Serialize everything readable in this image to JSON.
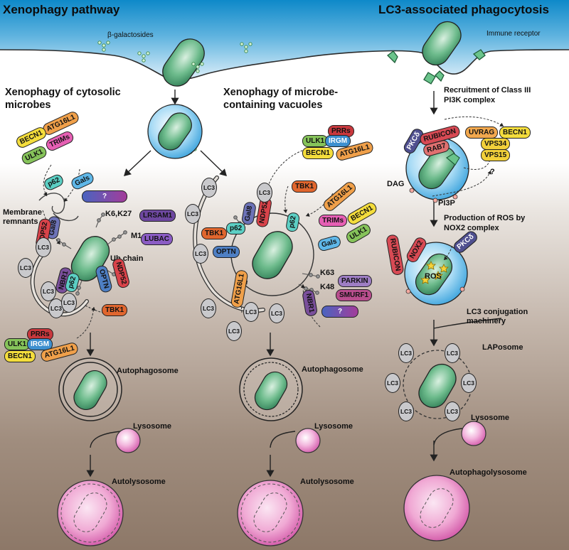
{
  "titles": {
    "xenophagy_pathway": "Xenophagy pathway",
    "lap": "LC3-associated phagocytosis",
    "cytosolic": "Xenophagy of cytosolic\nmicrobes",
    "vacuoles": "Xenophagy of microbe-\ncontaining vacuoles"
  },
  "labels": {
    "beta_gal": "β-galactosides",
    "immune_receptor": "Immune receptor",
    "membrane_remnants": "Membrane\nremnants",
    "k6k27": "K6,K27",
    "m1": "M1",
    "ub_chain": "Ub chain",
    "k63": "K63",
    "k48": "K48",
    "recruitment": "Recruitment of Class III\nPI3K complex",
    "dag": "DAG",
    "pi3p": "PI3P",
    "ros_production": "Production of ROS by\nNOX2 complex",
    "ros": "ROS",
    "lc3_conj": "LC3 conjugation\nmachinery",
    "laposome": "LAPosome",
    "autophagosome": "Autophagosome",
    "lysosome": "Lysosome",
    "autolysosome": "Autolysosome",
    "autophagolysosome": "Autophagolysosome",
    "question": "?",
    "lc3": "LC3"
  },
  "proteins": {
    "atg16l1": "ATG16L1",
    "becn1": "BECN1",
    "trims": "TRIMs",
    "ulk1": "ULK1",
    "p62": "p62",
    "gals": "Gals",
    "gal8": "Gal8",
    "ndp52": "NDP52",
    "lrsam1": "LRSAM1",
    "lubac": "LUBAC",
    "nbr1": "NBR1",
    "optn": "OPTN",
    "tbk1": "TBK1",
    "prrs": "PRRs",
    "irgm": "IRGM",
    "parkin": "PARKIN",
    "smurf1": "SMURF1",
    "pkc": "PKCδ",
    "rubicon": "RUBICON",
    "rab7": "RAB7",
    "uvrag": "UVRAG",
    "vps34": "VPS34",
    "vps15": "VPS15",
    "nox2": "NOX2"
  },
  "colors": {
    "sky": "#3aa2d8",
    "bacterium": "#5bb07e",
    "vacuole": "#52b2e6",
    "lysosome": "#e98ac8",
    "lc3": "#c9c9cc",
    "atg16l1": "#f0a04a",
    "becn1": "#f4dd3c",
    "trims": "#e65fb4",
    "ulk1": "#86c35a",
    "p62": "#5ccfc4",
    "gals": "#5fb7e8",
    "gal8": "#6d73b8",
    "ndp52": "#d9434a",
    "lrsam1": "#6e48a0",
    "lubac": "#8b5cc4",
    "nbr1": "#7a4f9b",
    "optn": "#4e7fc4",
    "tbk1": "#e0662e",
    "prrs": "#c8383d",
    "irgm": "#3d8fcf",
    "parkin": "#9e7ec4",
    "smurf1": "#b94e8e",
    "pkc": "#4f4f8f",
    "rubicon": "#d84a54",
    "rab7": "#e07070",
    "uvrag": "#f2a84e",
    "vps": "#f2d03a"
  }
}
